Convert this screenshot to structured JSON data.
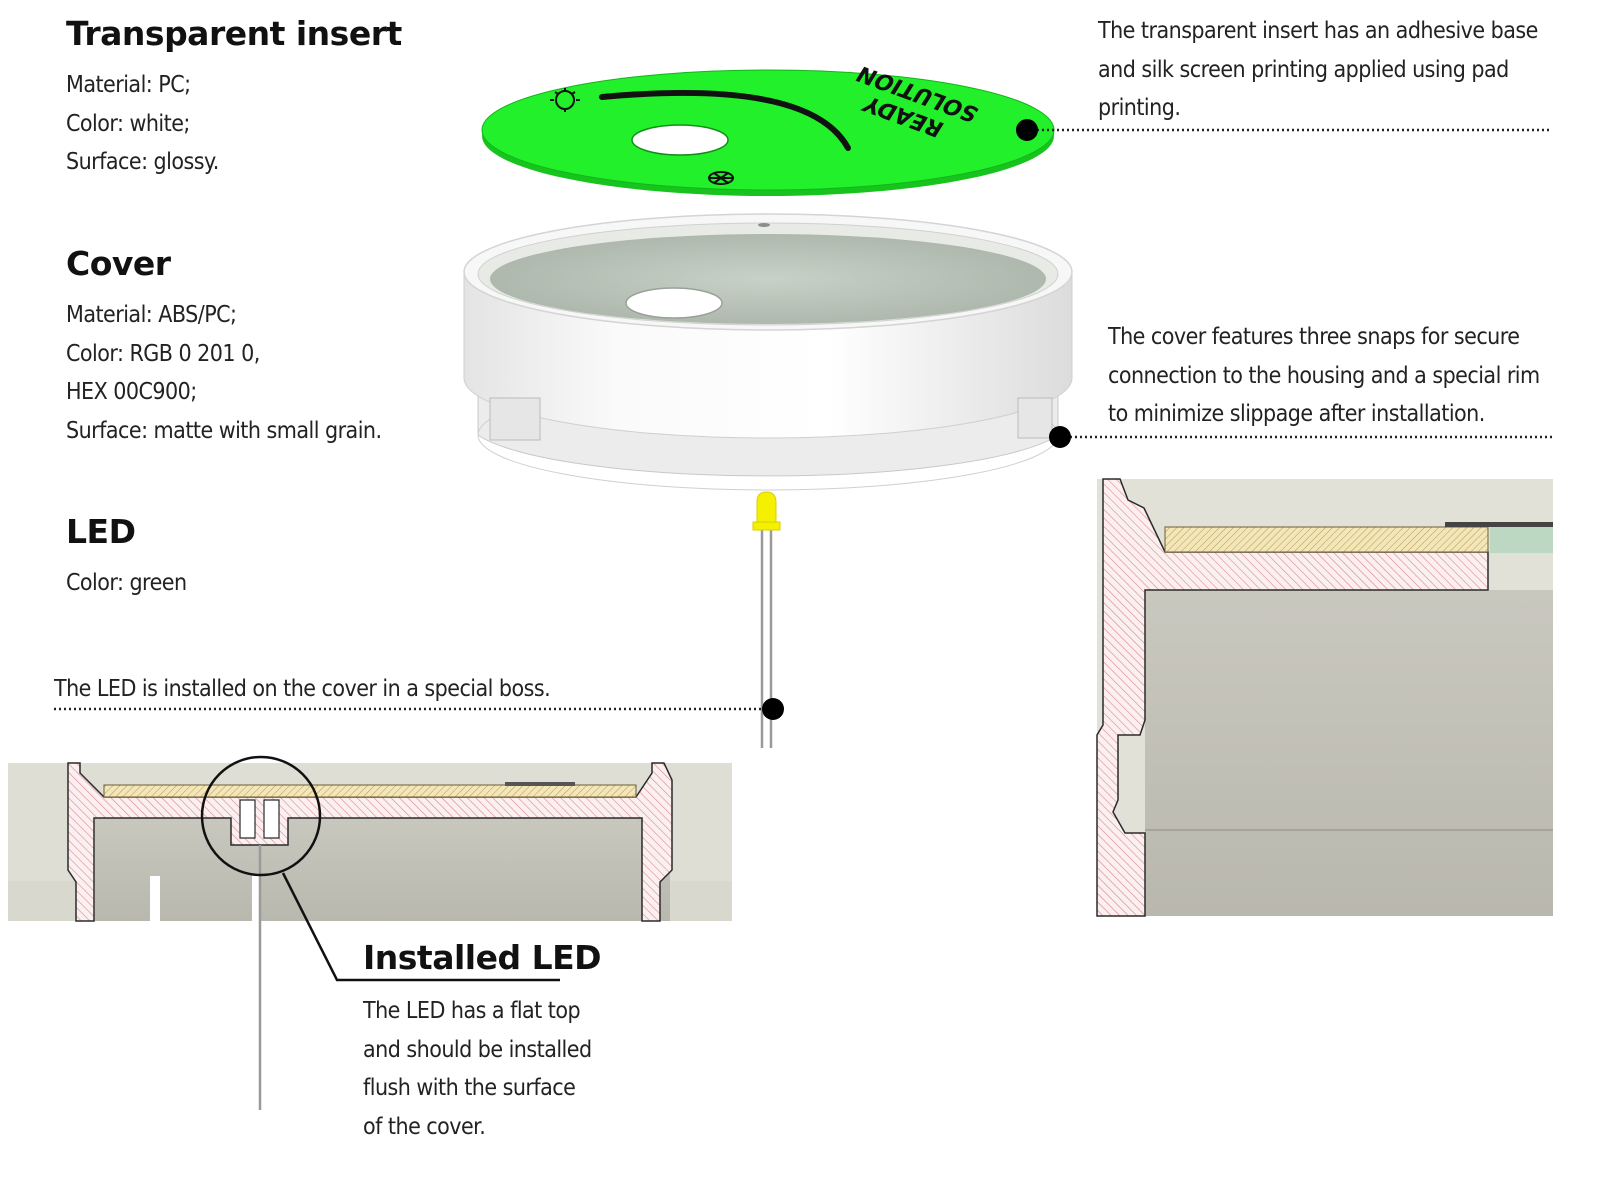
{
  "sections": {
    "insert": {
      "heading": "Transparent insert",
      "lines": [
        "Material: PC;",
        "Color: white;",
        "Surface: glossy."
      ]
    },
    "cover": {
      "heading": "Cover",
      "lines": [
        "Material: ABS/PC;",
        "Color: RGB 0 201 0,",
        "HEX 00C900;",
        "Surface: matte with small grain."
      ]
    },
    "led": {
      "heading": "LED",
      "lines": [
        "Color: green"
      ]
    },
    "installed_led": {
      "heading": "Installed LED",
      "lines": [
        "The LED has a flat top",
        "and should be installed",
        "flush with the surface",
        "of the cover."
      ]
    }
  },
  "callouts": {
    "insert_note": [
      "The transparent insert has an adhesive base",
      "and silk screen printing applied using pad",
      "printing."
    ],
    "cover_note": [
      "The cover features three snaps for secure",
      "connection to the housing and a special rim",
      "to minimize slippage after installation."
    ],
    "led_note": [
      "The LED is installed on the cover in a special boss."
    ]
  },
  "insert_print": {
    "brand_line1": "READY",
    "brand_line2": "SOLUTION"
  },
  "colors": {
    "insert_green": "#22f02a",
    "cover_white": "#f2f2f2",
    "led_yellow": "#f5f000",
    "section_hatch": "#e8a8ae",
    "pad_tan": "#e9d9a0",
    "housing_grey": "#d8d6cc"
  }
}
